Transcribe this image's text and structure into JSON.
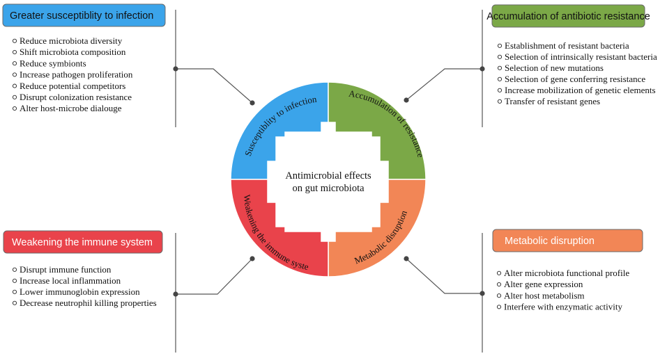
{
  "center": {
    "line1": "Antimicrobial effects",
    "line2": "on gut microbiota"
  },
  "quadrants": [
    {
      "id": "infection",
      "title": "Greater susceptiblity to infection",
      "segment_label": "Susceptiblity to infection",
      "color": "#3ba4ea",
      "title_color": "#111111",
      "items": [
        "Reduce microbiota diversity",
        "Shift microbiota composition",
        "Reduce symbionts",
        "Increase pathogen proliferation",
        "Reduce potential competitors",
        "Disrupt colonization resistance",
        "Alter host-microbe dialouge"
      ]
    },
    {
      "id": "resistance",
      "title": "Accumulation of antibiotic resistance",
      "segment_label": "Accumulation of resistance",
      "color": "#7ba847",
      "title_color": "#111111",
      "items": [
        "Establishment of resistant bacteria",
        "Selection of intrinsically resistant bacteria",
        "Selection of new mutations",
        "Selection of gene conferring resistance",
        "Increase mobilization of genetic elements",
        "Transfer of resistant genes"
      ]
    },
    {
      "id": "immune",
      "title": "Weakening the immune system",
      "segment_label": "Weakening the immune system",
      "color": "#e9434b",
      "title_color": "#ffffff",
      "items": [
        "Disrupt immune function",
        "Increase local inflammation",
        "Lower immunoglobin expression",
        "Decrease neutrophil killing properties"
      ]
    },
    {
      "id": "metabolic",
      "title": "Metabolic disruption",
      "segment_label": "Metabolic disruption",
      "color": "#f28656",
      "title_color": "#ffffff",
      "items": [
        "Alter microbiota functional profile",
        "Alter gene expression",
        "Alter host metabolism",
        "Interfere with enzymatic activity"
      ]
    }
  ]
}
